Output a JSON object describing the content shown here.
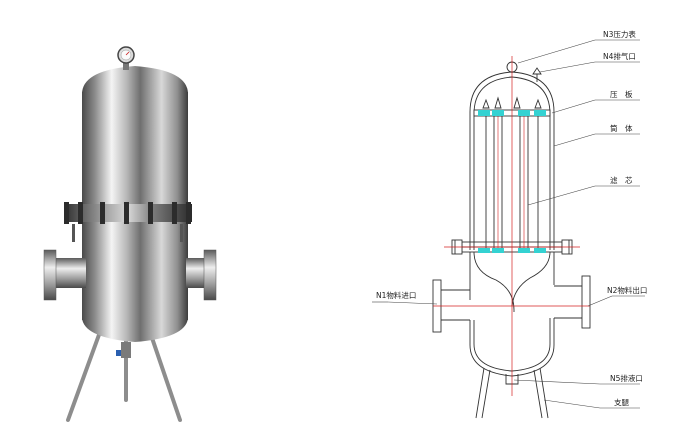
{
  "labels": {
    "n3": "N3压力表",
    "n4": "N4排气口",
    "pressure_plate": "压　板",
    "shell": "筒　体",
    "filter_element": "滤　芯",
    "n1": "N1物料进口",
    "n2": "N2物料出口",
    "n5": "N5排液口",
    "legs": "支腿"
  },
  "colors": {
    "outline": "#333333",
    "red_axis": "#d42020",
    "cyan_parts": "#34d2d2",
    "steel_dark": "#3a3a3a",
    "steel_light": "#f2f2f2"
  },
  "icons": {
    "gauge": "pressure-gauge-icon",
    "vent": "vent-valve-icon"
  }
}
